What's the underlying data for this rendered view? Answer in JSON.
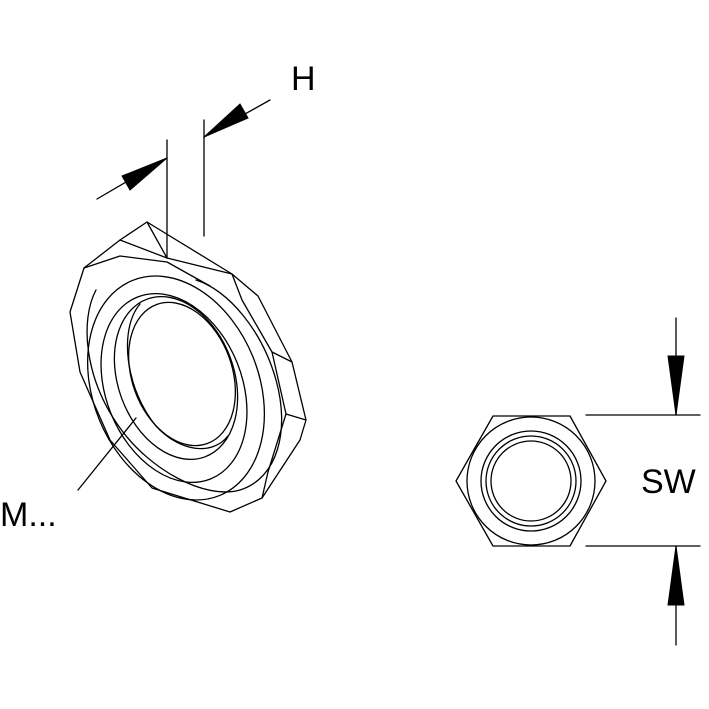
{
  "labels": {
    "height": "H",
    "wrench_size": "SW",
    "thread": "M..."
  },
  "colors": {
    "line": "#000000",
    "background": "#ffffff"
  }
}
